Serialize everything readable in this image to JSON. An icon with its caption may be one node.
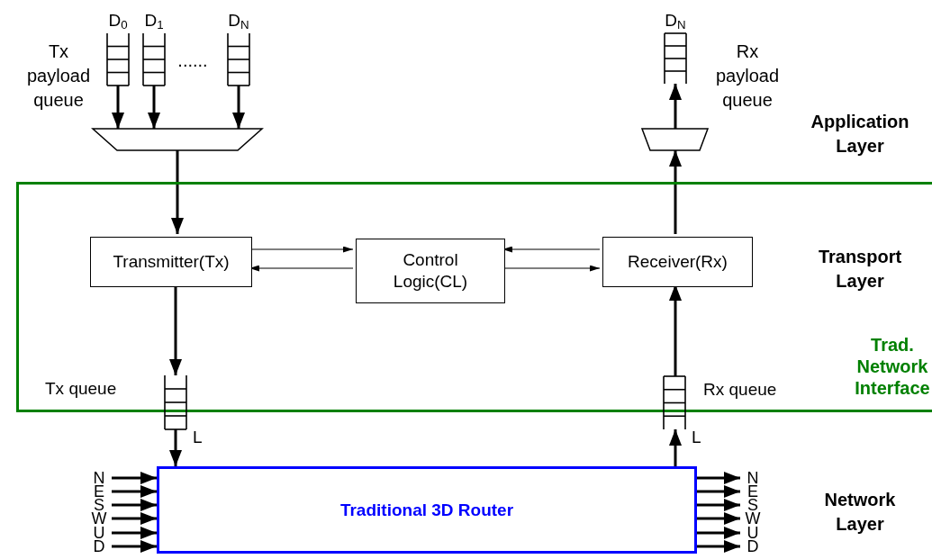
{
  "diagram": {
    "nodes": [
      {
        "text": [
          "D$_{0}$"
        ]
      },
      {
        "text": [
          "D$_{1}$"
        ]
      },
      {
        "text": [
          "D$_{N}$"
        ]
      },
      {
        "text": [],
        "shape": "trapezoid"
      },
      {
        "text": [
          "D$_{N}$"
        ]
      },
      {
        "text": [],
        "shape": "trapezoid"
      },
      {
        "text": [
          "Trad. Network Interface"
        ]
      },
      {
        "text": [
          "Transmitter(Tx)"
        ],
        "in": 6
      },
      {
        "text": [
          "Control Logic(CL)"
        ],
        "in": 6
      },
      {
        "text": [
          "Receiver(Rx)"
        ],
        "in": 6
      },
      {
        "text": [
          "Tx queue"
        ]
      },
      {
        "text": [
          "Rx queue"
        ]
      },
      {
        "text": [
          "Traditional 3D Router"
        ]
      }
    ],
    "edges": [
      {
        "from": 0,
        "to": 3,
        "arrow": "to"
      },
      {
        "from": 1,
        "to": 3,
        "arrow": "to"
      },
      {
        "from": 2,
        "to": 3,
        "arrow": "to"
      },
      {
        "from": 3,
        "to": 7,
        "arrow": "to"
      },
      {
        "from": 7,
        "to": 8,
        "arrow": "to"
      },
      {
        "from": 8,
        "to": 7,
        "arrow": "to"
      },
      {
        "from": 9,
        "to": 8,
        "arrow": "to"
      },
      {
        "from": 8,
        "to": 9,
        "arrow": "to"
      },
      {
        "from": 7,
        "to": 10,
        "arrow": "to"
      },
      {
        "from": 10,
        "to": 12,
        "arrow": "to",
        "label": "L"
      },
      {
        "from": 12,
        "to": 11,
        "arrow": "to",
        "label": "L"
      },
      {
        "from": 11,
        "to": 9,
        "arrow": "to"
      },
      {
        "from": 9,
        "to": 5,
        "arrow": "to"
      },
      {
        "from": 5,
        "to": 4,
        "arrow": "to"
      },
      {
        "from": null,
        "to": 12,
        "arrow": "to",
        "label": "N"
      },
      {
        "from": null,
        "to": 12,
        "arrow": "to",
        "label": "E"
      },
      {
        "from": null,
        "to": 12,
        "arrow": "to",
        "label": "S"
      },
      {
        "from": null,
        "to": 12,
        "arrow": "to",
        "label": "W"
      },
      {
        "from": null,
        "to": 12,
        "arrow": "to",
        "label": "U"
      },
      {
        "from": null,
        "to": 12,
        "arrow": "to",
        "label": "D"
      },
      {
        "from": 12,
        "to": null,
        "arrow": "to",
        "label": "N"
      },
      {
        "from": 12,
        "to": null,
        "arrow": "to",
        "label": "E"
      },
      {
        "from": 12,
        "to": null,
        "arrow": "to",
        "label": "S"
      },
      {
        "from": 12,
        "to": null,
        "arrow": "to",
        "label": "W"
      },
      {
        "from": 12,
        "to": null,
        "arrow": "to",
        "label": "U"
      },
      {
        "from": 12,
        "to": null,
        "arrow": "to",
        "label": "D"
      }
    ],
    "labels": [
      "Tx payload queue",
      "Rx payload queue",
      "......",
      "Application Layer",
      "Transport Layer",
      "Network Layer"
    ]
  }
}
